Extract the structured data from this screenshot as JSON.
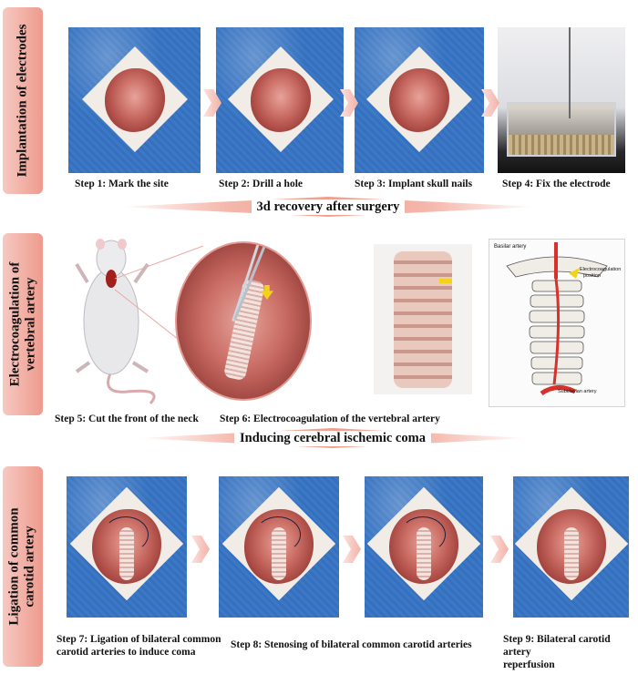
{
  "sections": [
    {
      "label": "Implantation of electrodes"
    },
    {
      "label_line1": "Electrocoagulation of",
      "label_line2": "vertebral artery"
    },
    {
      "label_line1": "Ligation of common",
      "label_line2": "carotid artery"
    }
  ],
  "transitions": {
    "recovery": "3d recovery after surgery",
    "coma": "Inducing cerebral ischemic coma"
  },
  "steps": {
    "s1": "Step 1: Mark the site",
    "s2": "Step 2: Drill a hole",
    "s3": "Step 3: Implant skull nails",
    "s4": "Step 4: Fix the electrode",
    "s5": "Step 5: Cut the front of the neck",
    "s6": "Step 6: Electrocoagulation of the vertebral artery",
    "s7_line1": "Step 7: Ligation of bilateral common",
    "s7_line2": "carotid arteries to induce coma",
    "s8": "Step 8: Stenosing of bilateral common carotid arteries",
    "s9_line1": "Step 9: Bilateral carotid artery",
    "s9_line2": "reperfusion"
  },
  "diagram_labels": {
    "basilar": "Basilar artery",
    "electro_line1": "Electrocoagulation",
    "electro_line2": "position",
    "subclavian": "Subclavian artery"
  },
  "colors": {
    "accent": "#ee9a8d",
    "drape": "#3c78c6",
    "artery": "#d8302a",
    "marker": "#f2d21b"
  }
}
